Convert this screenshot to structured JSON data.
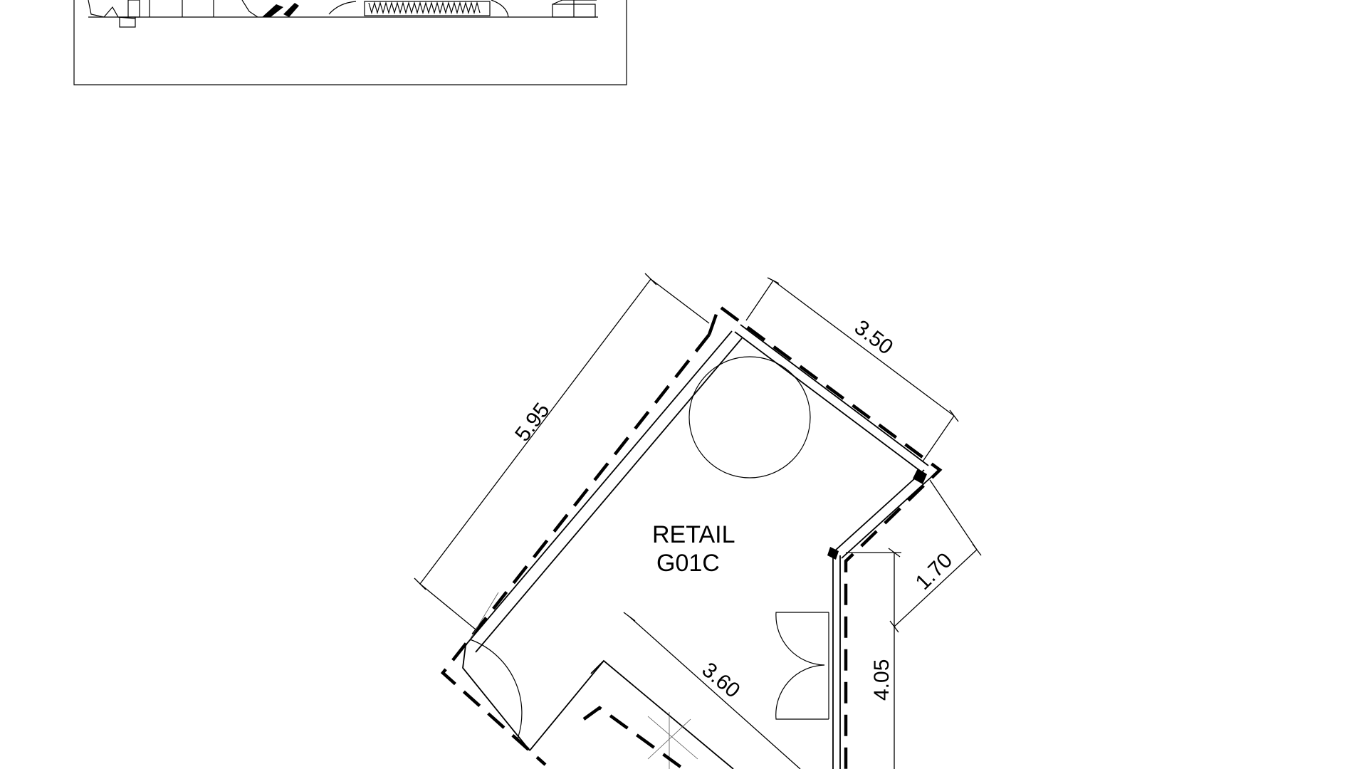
{
  "room": {
    "name": "RETAIL",
    "code": "G01C"
  },
  "dimensions": {
    "left_wall": "5.95",
    "top_wall": "3.50",
    "right_short": "1.70",
    "inner_diagonal": "3.60",
    "right_vertical": "4.05"
  },
  "key_plan": {
    "description_icon": "building-key-plan-thumbnail"
  }
}
